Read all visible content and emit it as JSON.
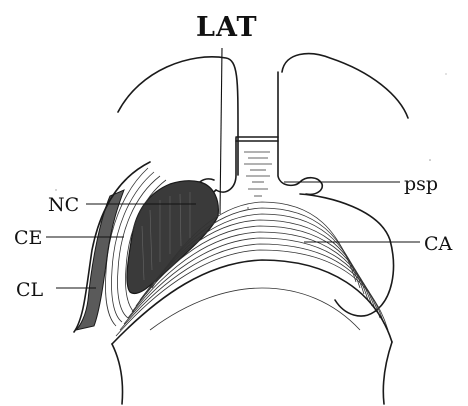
{
  "labels": {
    "top": "LAT",
    "nc": "NC",
    "ce": "CE",
    "cl": "CL",
    "psp": "psp",
    "ca": "CA"
  }
}
